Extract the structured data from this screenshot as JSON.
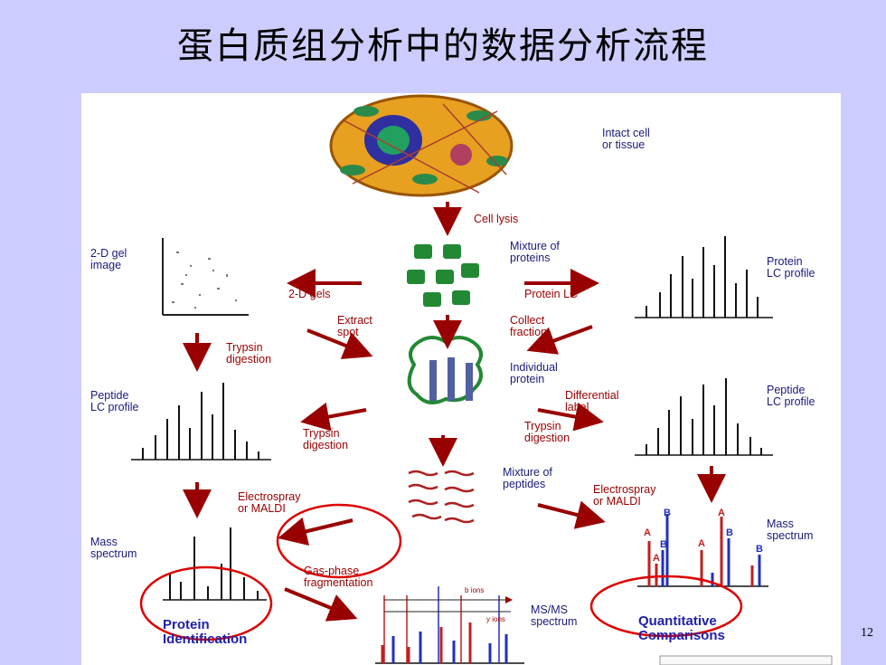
{
  "slide": {
    "title": "蛋白质组分析中的数据分析流程",
    "page_number": "12"
  },
  "diagram": {
    "intact_cell": "Intact cell\nor tissue",
    "cell_lysis": "Cell lysis",
    "mixture_proteins": "Mixture of\nproteins",
    "gel_image": "2-D gel\nimage",
    "two_d_gels": "2-D gels",
    "protein_lc": "Protein LC",
    "protein_lc_profile": "Protein\nLC profile",
    "extract_spot": "Extract\nspot",
    "collect_fraction": "Collect\nfraction",
    "trypsin_left": "Trypsin\ndigestion",
    "individual_protein": "Individual\nprotein",
    "differential_label": "Differential\nlabel",
    "peptide_lc_left": "Peptide\nLC profile",
    "peptide_lc_right": "Peptide\nLC profile",
    "trypsin_mid_left": "Trypsin\ndigestion",
    "trypsin_mid_right": "Trypsin\ndigestion",
    "mixture_peptides": "Mixture of\npeptides",
    "electrospray_left": "Electrospray\nor MALDI",
    "electrospray_right": "Electrospray\nor MALDI",
    "mass_spectrum_left": "Mass\nspectrum",
    "mass_spectrum_right": "Mass\nspectrum",
    "gas_phase": "Gas-phase\nfragmentation",
    "b_ions": "b ions",
    "y_ions": "y ions",
    "msms_spectrum": "MS/MS\nspectrum",
    "protein_identification": "Protein\nIdentification",
    "quantitative_comparisons": "Quantitative\nComparisons",
    "peak_letters": [
      "A",
      "B",
      "A",
      "B",
      "A",
      "B",
      "A",
      "B"
    ]
  },
  "colors": {
    "background": "#ccccff",
    "arrow": "#990000",
    "highlight_circle": "#dd0000",
    "label_blue": "#1a1a7a"
  }
}
